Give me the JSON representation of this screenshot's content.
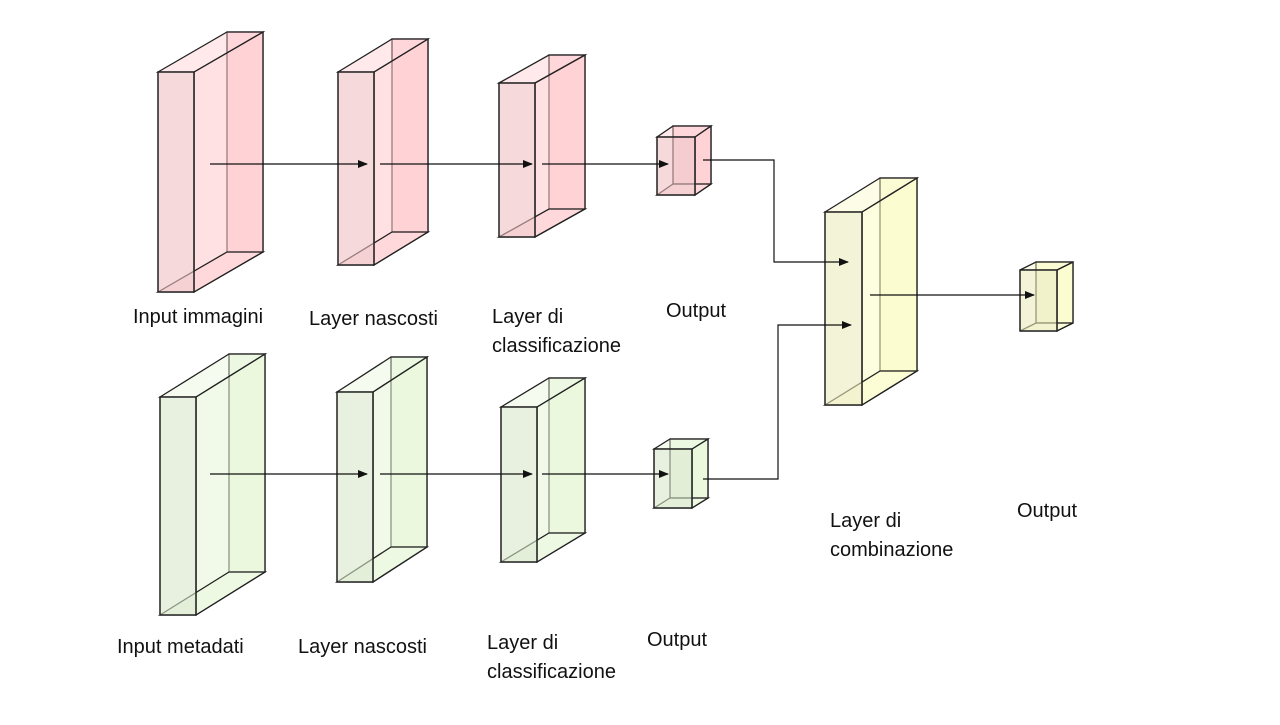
{
  "diagram": {
    "colors": {
      "image_branch_fill": "#ffc9cc",
      "metadata_branch_fill": "#e6f5d6",
      "combination_fill": "#fbfbc4",
      "stroke": "#222222"
    },
    "labels": {
      "input_images": "Input immagini",
      "hidden_layers_top": "Layer nascosti",
      "classification_top_line1": "Layer di",
      "classification_top_line2": "classificazione",
      "output_top": "Output",
      "input_metadata": "Input metadati",
      "hidden_layers_bottom": "Layer nascosti",
      "classification_bottom_line1": "Layer di",
      "classification_bottom_line2": "classificazione",
      "output_bottom": "Output",
      "combination_line1": "Layer di",
      "combination_line2": "combinazione",
      "output_final": "Output"
    }
  }
}
